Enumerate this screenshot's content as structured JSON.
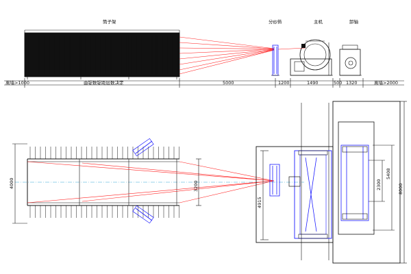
{
  "labels": {
    "creel": "筒子架",
    "splitter": "分纱筘",
    "main_machine": "主机",
    "beam": "卸轴",
    "wall_left": "离墙>1000",
    "wall_right": "离墙>2000",
    "creel_length_note": "由锭数锭距层数决定"
  },
  "dimensions": {
    "d5000": "5000",
    "d1200": "1200",
    "d1490": "1490",
    "d500": "500",
    "d1320": "1320",
    "d4000": "4000",
    "d3200": "3200",
    "d4915": "4915",
    "d2300": "2300",
    "d5408": "5408",
    "d8000": "8000"
  },
  "colors": {
    "yarn_lines": "#ff2020",
    "structure_blue": "#1a1aff",
    "center_line": "#2aa6d6",
    "outline": "#111111"
  }
}
